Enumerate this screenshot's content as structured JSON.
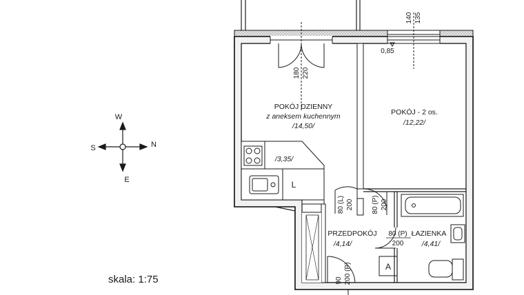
{
  "rooms": {
    "living": {
      "name": "POKÓJ DZIENNY",
      "subtitle": "z aneksem kuchennym",
      "area": "/14,50/"
    },
    "kitchen_area": "/3,35/",
    "bedroom": {
      "name": "POKÓJ - 2 os.",
      "area": "/12,22/"
    },
    "hall": {
      "name": "PRZEDPOKÓJ",
      "area": "/4,14/"
    },
    "bath": {
      "name": "ŁAZIENKA",
      "area": "/4,41/"
    }
  },
  "doors": {
    "balcony_width": "180",
    "balcony_height": "220",
    "living_width": "80 (L)",
    "living_height": "200",
    "bedroom_width": "80 (P)",
    "bedroom_height": "200",
    "bath_width": "80 (P)",
    "bath_height": "200",
    "entry_width": "90",
    "entry_height": "200 (P)"
  },
  "window": {
    "height": "140",
    "sill": "135",
    "parapet": "0,85"
  },
  "symbols": {
    "fridge": "L",
    "cabinet": "A"
  },
  "compass": {
    "north": "N",
    "south": "S",
    "west": "W",
    "east": "E"
  },
  "scale": "skala: 1:75",
  "colors": {
    "line": "#1a1a1a",
    "wall_fill": "#d9d9d9",
    "balcony": "#bdbdbd"
  }
}
